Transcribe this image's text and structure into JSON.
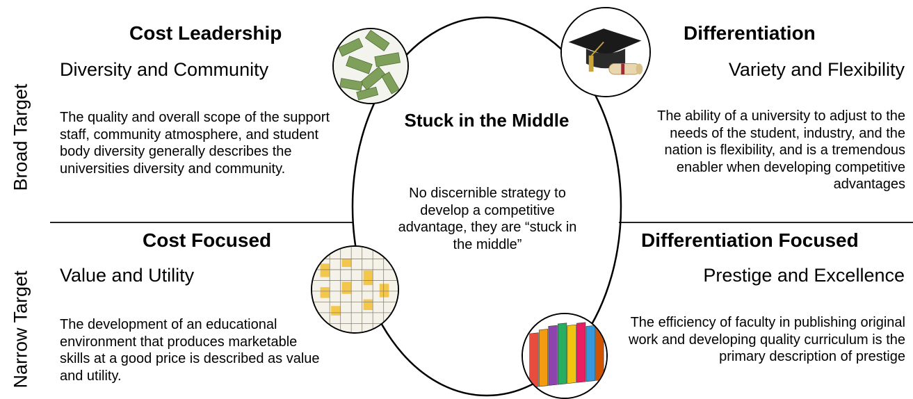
{
  "axes": {
    "top_label": "Broad Target",
    "bottom_label": "Narrow Target"
  },
  "center": {
    "title": "Stuck in the Middle",
    "text": "No discernible strategy to develop a competitive advantage, they are “stuck in the middle”"
  },
  "quadrants": {
    "cost_leadership": {
      "heading": "Cost Leadership",
      "subheading": "Diversity and Community",
      "text": "The quality and overall scope of the support staff, community atmosphere, and student body diversity generally describes the universities diversity and community.",
      "icon": "money-icon"
    },
    "differentiation": {
      "heading": "Differentiation",
      "subheading": "Variety and Flexibility",
      "text": "The ability of a university to adjust to the needs of the student, industry, and the nation is flexibility, and is a tremendous enabler when developing competitive advantages",
      "icon": "graduation-cap-icon"
    },
    "cost_focused": {
      "heading": "Cost Focused",
      "subheading": "Value and Utility",
      "text": "The development of an educational environment that produces marketable skills at a good price is described as value and utility.",
      "icon": "spreadsheet-icon"
    },
    "differentiation_focused": {
      "heading": "Differentiation Focused",
      "subheading": "Prestige and Excellence",
      "text": "The efficiency of faculty in publishing original work and developing quality curriculum is the primary description of prestige",
      "icon": "books-icon"
    }
  },
  "colors": {
    "line": "#000000",
    "money": "#6f8f4e",
    "cap": "#1a1a1a",
    "tassel": "#c9a43a",
    "sheet_yellow": "#f2c23a"
  }
}
